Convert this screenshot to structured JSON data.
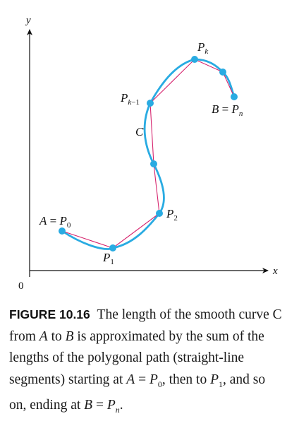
{
  "axes": {
    "x_label": "x",
    "y_label": "y",
    "origin_label": "0"
  },
  "curve": {
    "name": "C",
    "color": "#29abe2",
    "polygon_color": "#d6246e"
  },
  "points": [
    {
      "id": "P0",
      "label": "A = P",
      "sub": "0"
    },
    {
      "id": "P1",
      "label": "P",
      "sub": "1"
    },
    {
      "id": "P2",
      "label": "P",
      "sub": "2"
    },
    {
      "id": "Pk-1",
      "label": "P",
      "sub": "k−1"
    },
    {
      "id": "Pk",
      "label": "P",
      "sub": "k"
    },
    {
      "id": "Pn",
      "label": "B = P",
      "sub": "n"
    }
  ],
  "caption": {
    "figure_label": "FIGURE 10.16",
    "text_1": "The length of the smooth curve C from ",
    "A": "A",
    "to": " to ",
    "B": "B",
    "text_2": " is approximated by the sum of the lengths of the polygonal path (straight-line segments) starting at ",
    "A_eq": "A",
    "eq1": " = ",
    "P0": "P",
    "P0_sub": "0",
    "then": ", then to ",
    "P1": "P",
    "P1_sub": "1",
    "text_3": ", and so on, ending at ",
    "B_eq": "B",
    "eq2": " = ",
    "Pn": "P",
    "Pn_sub": "n",
    "end": "."
  }
}
